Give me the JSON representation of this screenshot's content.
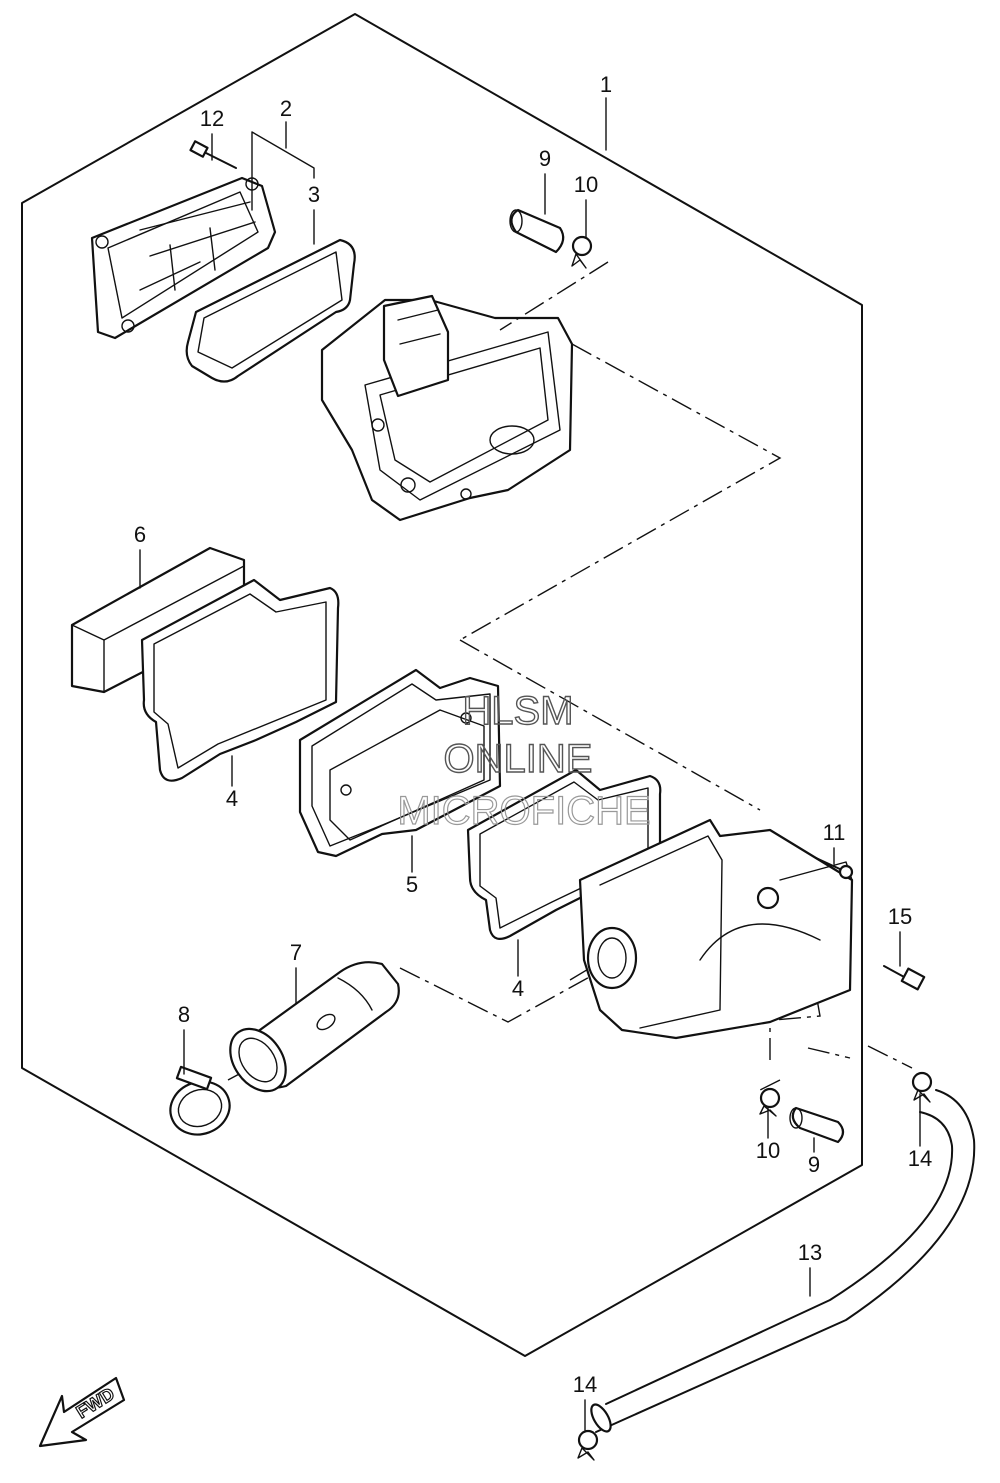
{
  "labels": {
    "p1": "1",
    "p2": "2",
    "p3": "3",
    "p4a": "4",
    "p4b": "4",
    "p5": "5",
    "p6": "6",
    "p7": "7",
    "p8": "8",
    "p9a": "9",
    "p9b": "9",
    "p10a": "10",
    "p10b": "10",
    "p11": "11",
    "p12": "12",
    "p13": "13",
    "p14a": "14",
    "p14b": "14",
    "p15": "15"
  },
  "watermark": {
    "line1": "HLSM",
    "line2": "ONLINE",
    "line3": "MICROFICHE"
  },
  "direction_badge": "FWD"
}
